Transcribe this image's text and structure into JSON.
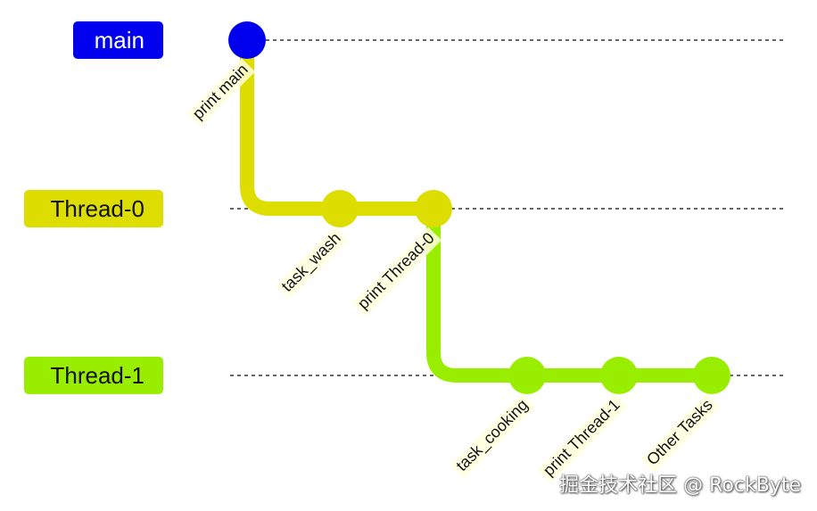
{
  "colors": {
    "main": "#0000ee",
    "thread0": "#dddd00",
    "thread1": "#99ee00",
    "laneLine": "#333333",
    "labelBg": "#ffffdd"
  },
  "lanes": [
    {
      "id": "main",
      "label": "main",
      "color": "#0000ee",
      "textColor": "#ffffff"
    },
    {
      "id": "thread0",
      "label": "Thread-0",
      "color": "#dddd00",
      "textColor": "#111111"
    },
    {
      "id": "thread1",
      "label": "Thread-1",
      "color": "#99ee00",
      "textColor": "#111111"
    }
  ],
  "commits": [
    {
      "lane": "main",
      "label": "print main",
      "order": 0
    },
    {
      "lane": "thread0",
      "label": "task_wash",
      "order": 1
    },
    {
      "lane": "thread0",
      "label": "print Thread-0",
      "order": 2
    },
    {
      "lane": "thread1",
      "label": "task_cooking",
      "order": 3
    },
    {
      "lane": "thread1",
      "label": "print Thread-1",
      "order": 4
    },
    {
      "lane": "thread1",
      "label": "Other Tasks",
      "order": 5
    }
  ],
  "watermark": "掘金技术社区 @ RockByte"
}
